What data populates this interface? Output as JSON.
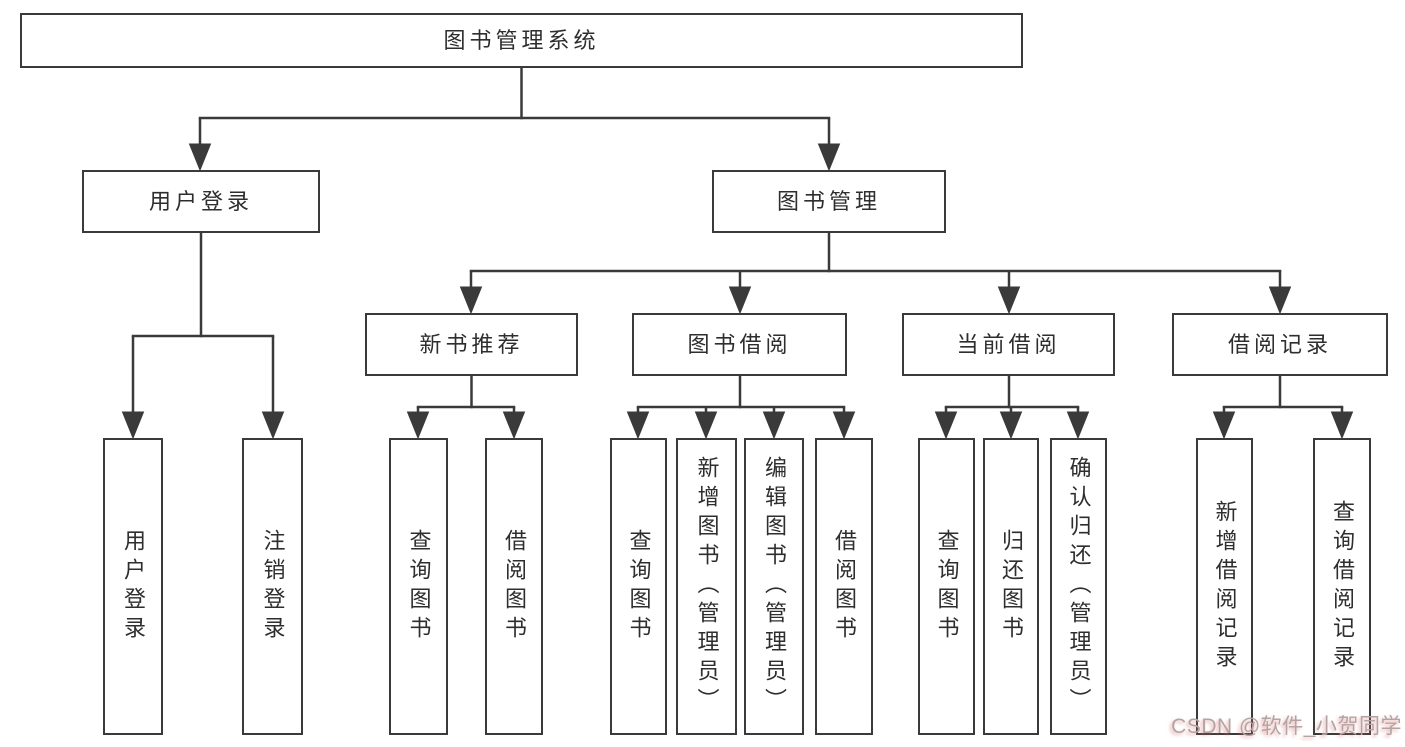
{
  "diagram": {
    "root": {
      "id": "library-management-system",
      "label": "图书管理系统"
    },
    "level1": [
      {
        "id": "user-login",
        "label": "用户登录",
        "parent": "图书管理系统"
      },
      {
        "id": "book-management",
        "label": "图书管理",
        "parent": "图书管理系统"
      }
    ],
    "level2": [
      {
        "id": "new-book-recommendation",
        "label": "新书推荐",
        "parent": "图书管理"
      },
      {
        "id": "book-borrowing",
        "label": "图书借阅",
        "parent": "图书管理"
      },
      {
        "id": "current-borrowing",
        "label": "当前借阅",
        "parent": "图书管理"
      },
      {
        "id": "borrowing-records",
        "label": "借阅记录",
        "parent": "图书管理"
      }
    ],
    "leaves": [
      {
        "id": "leaf-user-login",
        "label": "用户登录",
        "parent": "用户登录"
      },
      {
        "id": "leaf-logout",
        "label": "注销登录",
        "parent": "用户登录"
      },
      {
        "id": "leaf-query-books-recommend",
        "label": "查询图书",
        "parent": "新书推荐"
      },
      {
        "id": "leaf-borrow-books-recommend",
        "label": "借阅图书",
        "parent": "新书推荐"
      },
      {
        "id": "leaf-query-books-borrowing",
        "label": "查询图书",
        "parent": "图书借阅"
      },
      {
        "id": "leaf-add-books-admin",
        "label": "新增图书（管理员）",
        "parent": "图书借阅"
      },
      {
        "id": "leaf-edit-books-admin",
        "label": "编辑图书（管理员）",
        "parent": "图书借阅"
      },
      {
        "id": "leaf-borrow-books-borrowing",
        "label": "借阅图书",
        "parent": "图书借阅"
      },
      {
        "id": "leaf-query-books-current",
        "label": "查询图书",
        "parent": "当前借阅"
      },
      {
        "id": "leaf-return-books",
        "label": "归还图书",
        "parent": "当前借阅"
      },
      {
        "id": "leaf-confirm-return-admin",
        "label": "确认归还（管理员）",
        "parent": "当前借阅"
      },
      {
        "id": "leaf-add-borrow-record",
        "label": "新增借阅记录",
        "parent": "借阅记录"
      },
      {
        "id": "leaf-query-borrow-record",
        "label": "查询借阅记录",
        "parent": "借阅记录"
      }
    ]
  },
  "watermark": {
    "text": "CSDN @软件_小贺同学"
  },
  "colors": {
    "line": "#3a3a3a",
    "text": "#2e2e2e",
    "watermark": "#b3a4a4",
    "background": "#ffffff"
  }
}
